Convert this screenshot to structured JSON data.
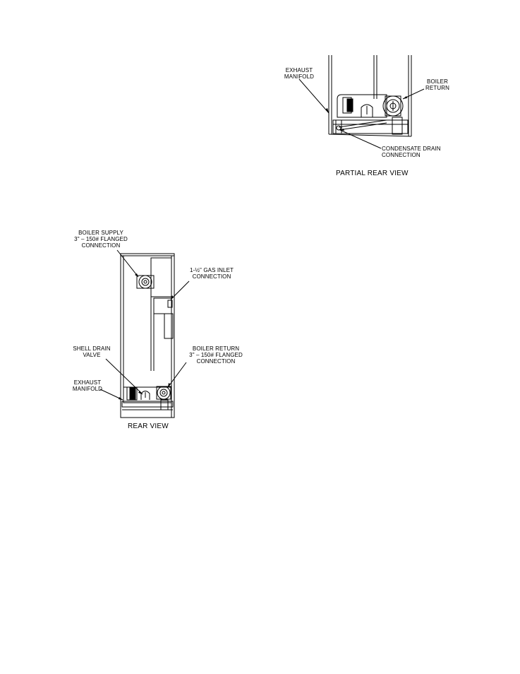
{
  "partial_rear_view": {
    "caption": "PARTIAL REAR VIEW",
    "labels": {
      "exhaust_manifold": [
        "EXHAUST",
        "MANIFOLD"
      ],
      "boiler_return": [
        "BOILER",
        "RETURN"
      ],
      "condensate_drain": [
        "CONDENSATE DRAIN",
        "CONNECTION"
      ]
    }
  },
  "rear_view": {
    "caption": "REAR VIEW",
    "labels": {
      "boiler_supply": [
        "BOILER SUPPLY",
        "3\" – 150# FLANGED",
        "CONNECTION"
      ],
      "gas_inlet": [
        "1-½\" GAS INLET",
        "CONNECTION"
      ],
      "shell_drain": [
        "SHELL DRAIN",
        "VALVE"
      ],
      "boiler_return": [
        "BOILER RETURN",
        "3\" – 150# FLANGED",
        "CONNECTION"
      ],
      "exhaust_manifold": [
        "EXHAUST",
        "MANIFOLD"
      ]
    }
  }
}
